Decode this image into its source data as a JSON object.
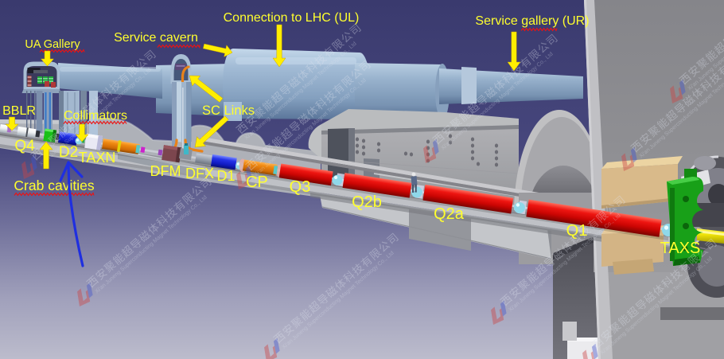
{
  "labels": {
    "ua_gallery": "UA Gallery",
    "service_cavern": "Service cavern",
    "connection_lhc": "Connection to LHC (UL)",
    "service_gallery": "Service gallery (UR)",
    "bblr": "BBLR",
    "collimators": "Collimators",
    "sc_links": "SC Links",
    "q4": "Q4",
    "d2": "D2",
    "taxn": "TAXN",
    "crab_cavities": "Crab cavities",
    "dfm": "DFM",
    "dfx": "DFX",
    "d1": "D1",
    "cp": "CP",
    "q3": "Q3",
    "q2b": "Q2b",
    "q2a": "Q2a",
    "q1": "Q1",
    "taxs": "TAXS"
  },
  "watermark": {
    "cn": "西安聚能超导磁体科技有限公司",
    "en": "Xi'an Juneng Superconducting Magnet Technology Co., Ltd"
  },
  "colors": {
    "label_yellow": "#ffff2e",
    "arrow_yellow": "#ffee00",
    "underline_red": "#ee1111",
    "beam_red": "#e01010",
    "tunnel_blue": "#9db6cf",
    "annotation_blue": "#1f2fe0",
    "background_top": "#3a3a6e",
    "background_bottom": "#bcbccc"
  }
}
